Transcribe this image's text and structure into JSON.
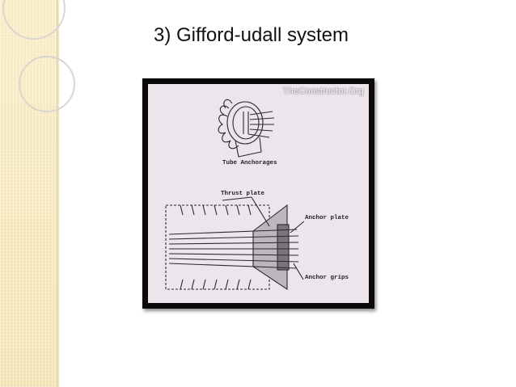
{
  "slide": {
    "title": "3) Gifford-udall system"
  },
  "figure": {
    "watermark": "TheConstructor.Org",
    "labels": {
      "tube_anchorages": "Tube Anchorages",
      "thrust_plate": "Thrust plate",
      "anchor_plate": "Anchor plate",
      "anchor_grips": "Anchor grips"
    }
  },
  "colors": {
    "sidebar": "#f6e8bd",
    "frame": "#0b0b0b",
    "figure_background": "#ece6ec"
  }
}
